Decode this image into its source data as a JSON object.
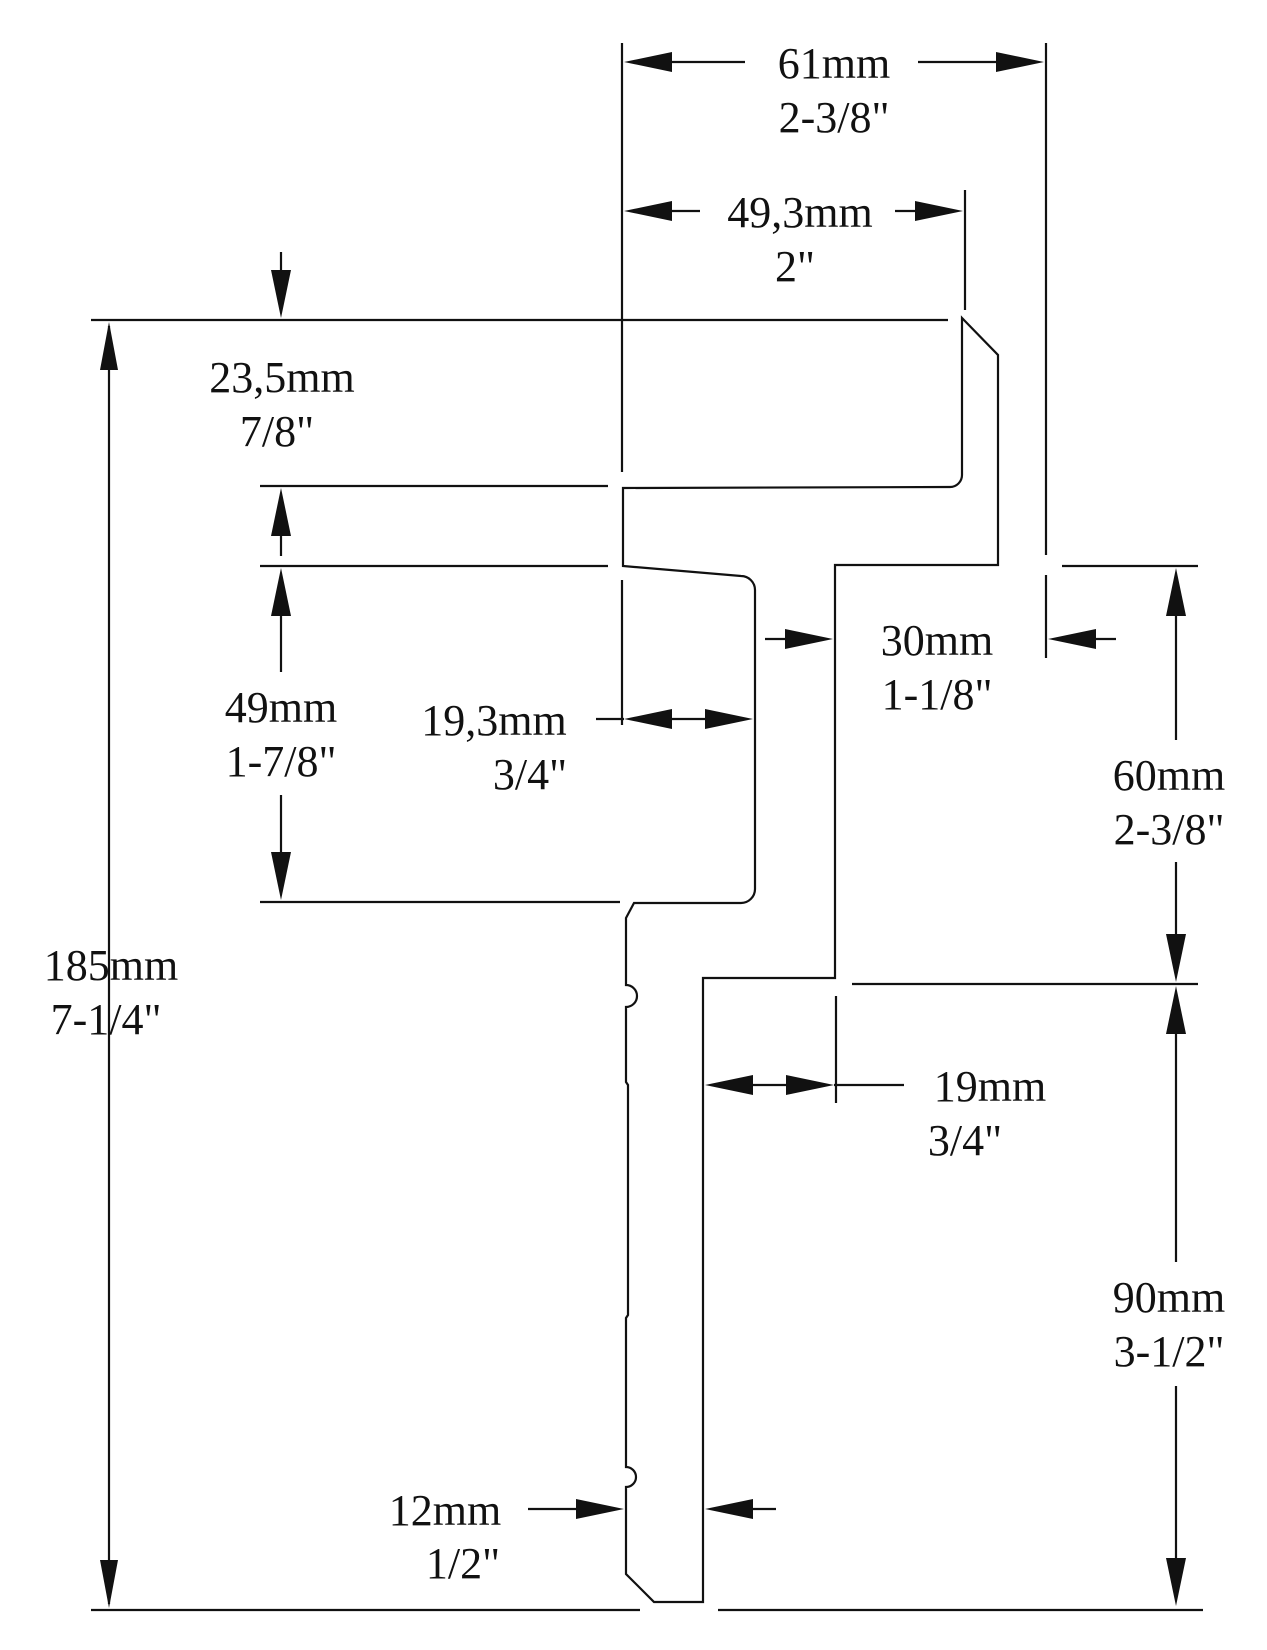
{
  "colors": {
    "ink": "#111111",
    "background": "#ffffff"
  },
  "dimensions": {
    "total_height": {
      "mm": "185mm",
      "inch": "7-1/4\""
    },
    "top_width": {
      "mm": "61mm",
      "inch": "2-3/8\""
    },
    "inner_width": {
      "mm": "49,3mm",
      "inch": "2\""
    },
    "top_thickness": {
      "mm": "23,5mm",
      "inch": "7/8\""
    },
    "mid_height": {
      "mm": "49mm",
      "inch": "1-7/8\""
    },
    "mid_width": {
      "mm": "19,3mm",
      "inch": "3/4\""
    },
    "gap_width": {
      "mm": "30mm",
      "inch": "1-1/8\""
    },
    "right_upper_height": {
      "mm": "60mm",
      "inch": "2-3/8\""
    },
    "right_lower_height": {
      "mm": "90mm",
      "inch": "3-1/2\""
    },
    "step_width": {
      "mm": "19mm",
      "inch": "3/4\""
    },
    "base_thickness": {
      "mm": "12mm",
      "inch": "1/2\""
    }
  }
}
